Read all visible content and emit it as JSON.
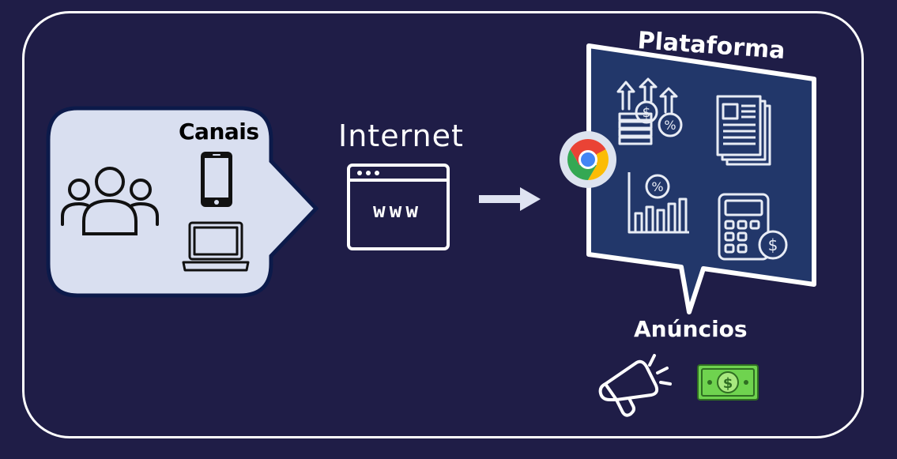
{
  "channels": {
    "label": "Canais"
  },
  "internet": {
    "label": "Internet",
    "www": "www"
  },
  "platform": {
    "label": "Plataforma"
  },
  "ads": {
    "label": "Anúncios"
  },
  "colors": {
    "background": "#1f1d47",
    "bubble_fill": "#d9dff0",
    "bubble_stroke": "#0c1a4a",
    "panel_fill": "#22376a",
    "money_green": "#6fd34f"
  },
  "icons": [
    "users-icon",
    "smartphone-icon",
    "laptop-icon",
    "browser-window-icon",
    "arrow-right-icon",
    "chrome-icon",
    "finance-growth-icon",
    "newspaper-icon",
    "percentage-chart-icon",
    "calculator-icon",
    "megaphone-icon",
    "money-bill-icon"
  ]
}
